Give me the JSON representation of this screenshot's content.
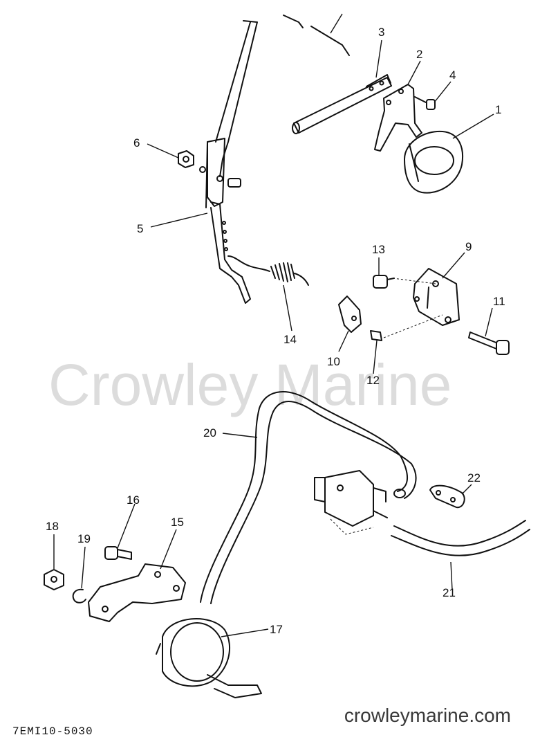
{
  "watermark": "Crowley Marine",
  "footer": {
    "url": "crowleymarine.com",
    "drawing_code": "7EMI10-5030"
  },
  "callouts": {
    "c1": "1",
    "c2": "2",
    "c3": "3",
    "c4": "4",
    "c5": "5",
    "c6": "6",
    "c9": "9",
    "c10": "10",
    "c11": "11",
    "c12": "12",
    "c13": "13",
    "c14": "14",
    "c15": "15",
    "c16": "16",
    "c17": "17",
    "c18": "18",
    "c19": "19",
    "c20": "20",
    "c21": "21",
    "c22": "22"
  }
}
